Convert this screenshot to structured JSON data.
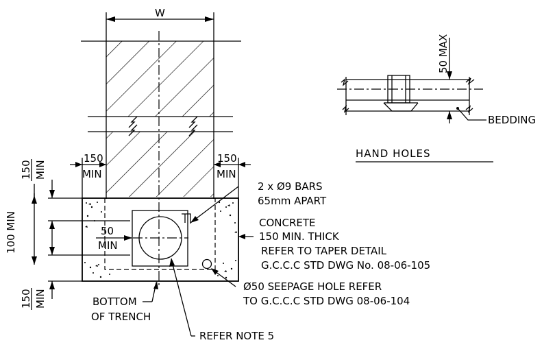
{
  "labels": {
    "width": "W",
    "dim_150_top_left": "150",
    "dim_min_top_left": "MIN",
    "dim_150_left_side": "150",
    "dim_min_left_side": "MIN",
    "dim_150_top_right": "150",
    "dim_min_top_right": "MIN",
    "dim_100_min": "100 MIN",
    "dim_50": "50",
    "dim_50_min": "MIN",
    "dim_150_bottom": "150",
    "dim_min_bottom": "MIN",
    "bars_line1": "2 x Ø9 BARS",
    "bars_line2": "65mm APART",
    "concrete_line1": "CONCRETE",
    "concrete_line2": "150 MIN. THICK",
    "concrete_line3": "REFER TO TAPER DETAIL",
    "concrete_line4": "G.C.C.C STD DWG No. 08-06-105",
    "seepage_line1": "Ø50 SEEPAGE HOLE REFER",
    "seepage_line2": "TO G.C.C.C STD DWG 08-06-104",
    "bottom_line1": "BOTTOM",
    "bottom_line2": "OF TRENCH",
    "refer_note": "REFER NOTE 5",
    "max_50": "50 MAX",
    "bedding": "BEDDING",
    "hand_holes": "HAND HOLES"
  }
}
